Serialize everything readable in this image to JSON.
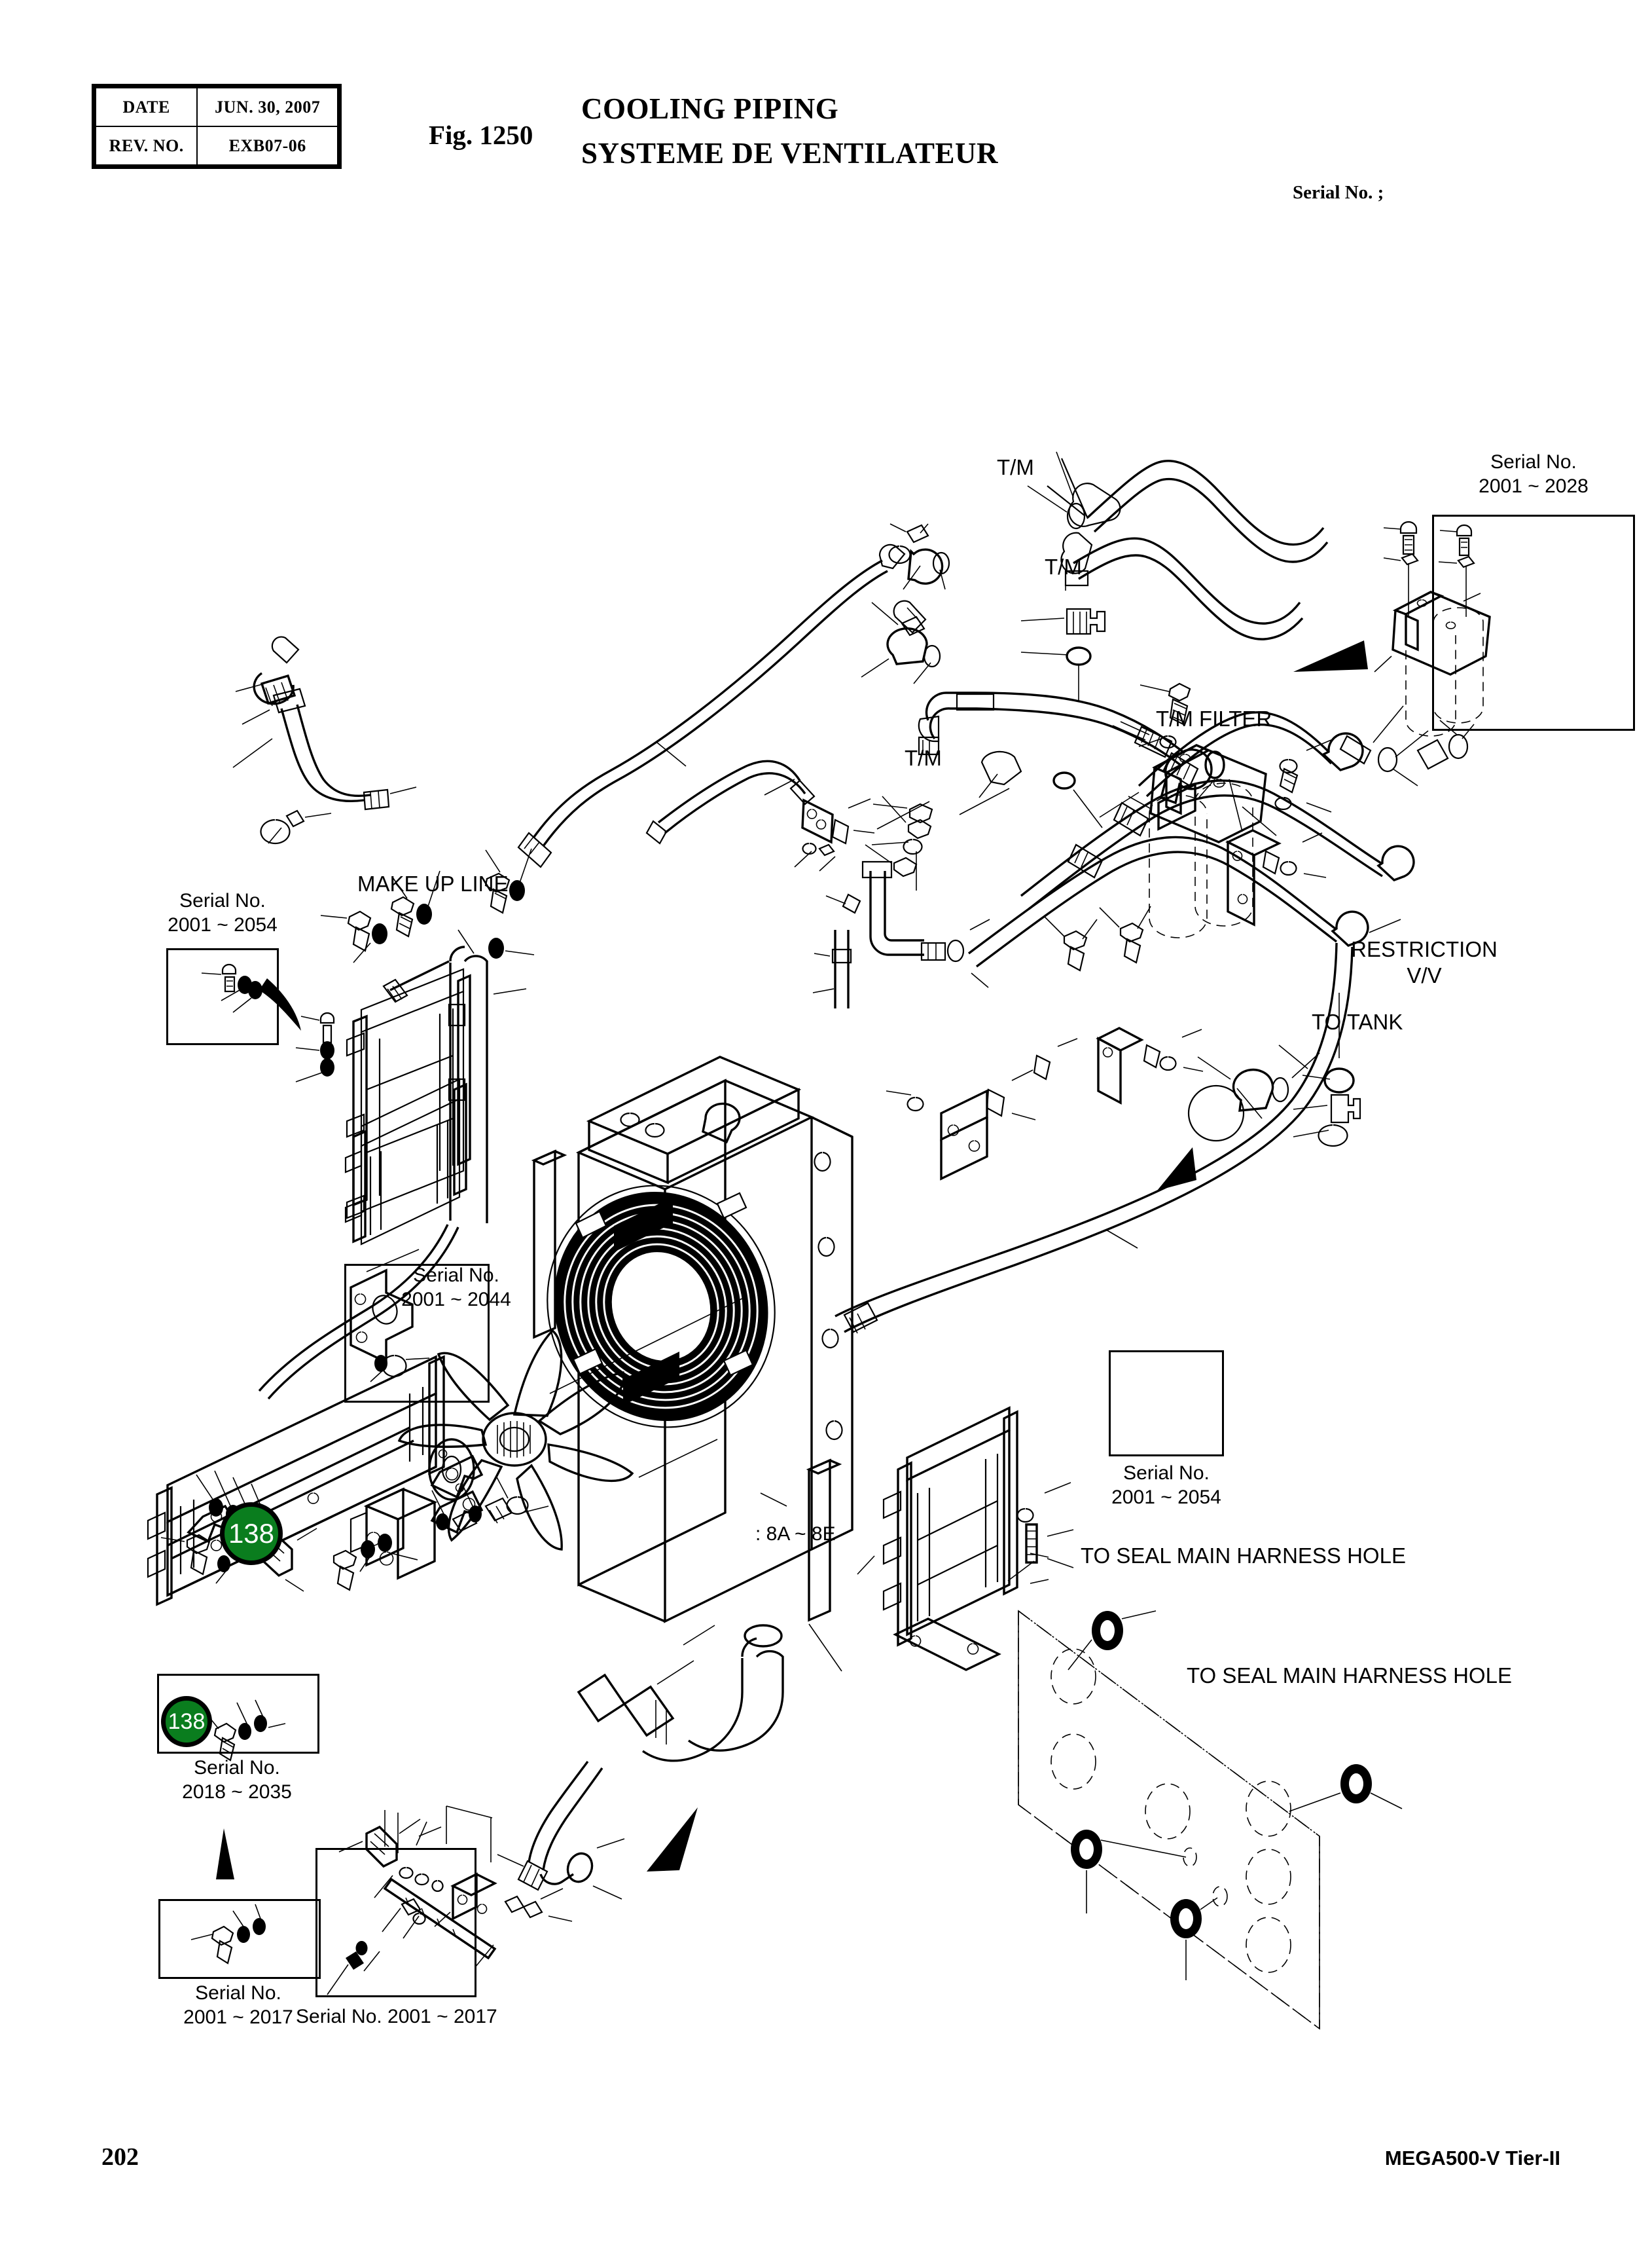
{
  "header": {
    "table": {
      "rows": [
        {
          "key": "DATE",
          "value": "JUN. 30, 2007"
        },
        {
          "key": "REV. NO.",
          "value": "EXB07-06"
        }
      ]
    },
    "fig_no": "Fig. 1250",
    "title_en": "COOLING PIPING",
    "title_fr": "SYSTEME DE VENTILATEUR",
    "serial_label": "Serial No. ;"
  },
  "footer": {
    "page_number": "202",
    "model": "MEGA500-V Tier-II"
  },
  "callouts": {
    "tm_upper": "T/M",
    "tm_mid": "T/M",
    "tm_lower": "T/M",
    "tm_filter": "T/M FILTER",
    "make_up_line": "MAKE UP LINE",
    "restriction_vv": "RESTRICTION\nV/V",
    "to_tank": "TO TANK",
    "range_8a_8e": ": 8A ~ 8E",
    "seal_harness_upper": "TO SEAL MAIN HARNESS HOLE",
    "seal_harness_lower": "TO SEAL MAIN HARNESS HOLE"
  },
  "insets": [
    {
      "id": "sn-2001-2028",
      "caption": "Serial No.\n2001 ~ 2028",
      "caption_pos": "above"
    },
    {
      "id": "sn-2001-2054a",
      "caption": "Serial No.\n2001 ~ 2054",
      "caption_pos": "above"
    },
    {
      "id": "sn-2001-2044",
      "caption": "Serial No.\n2001 ~ 2044",
      "caption_pos": "inside"
    },
    {
      "id": "sn-2001-2054b",
      "caption": "Serial No.\n2001 ~ 2054",
      "caption_pos": "below"
    },
    {
      "id": "sn-2018-2035",
      "caption": "Serial No.\n2018 ~ 2035",
      "caption_pos": "below"
    },
    {
      "id": "sn-2001-2017",
      "caption": "Serial No.\n2001 ~ 2017",
      "caption_pos": "below"
    },
    {
      "id": "sn-2001-2017b",
      "caption": "Serial No. 2001 ~ 2017",
      "caption_pos": "below"
    }
  ],
  "badges": [
    {
      "id": "badge-138-main",
      "label": "138",
      "color": "#0a7d1e"
    },
    {
      "id": "badge-138-inset",
      "label": "138",
      "color": "#0a7d1e"
    }
  ]
}
